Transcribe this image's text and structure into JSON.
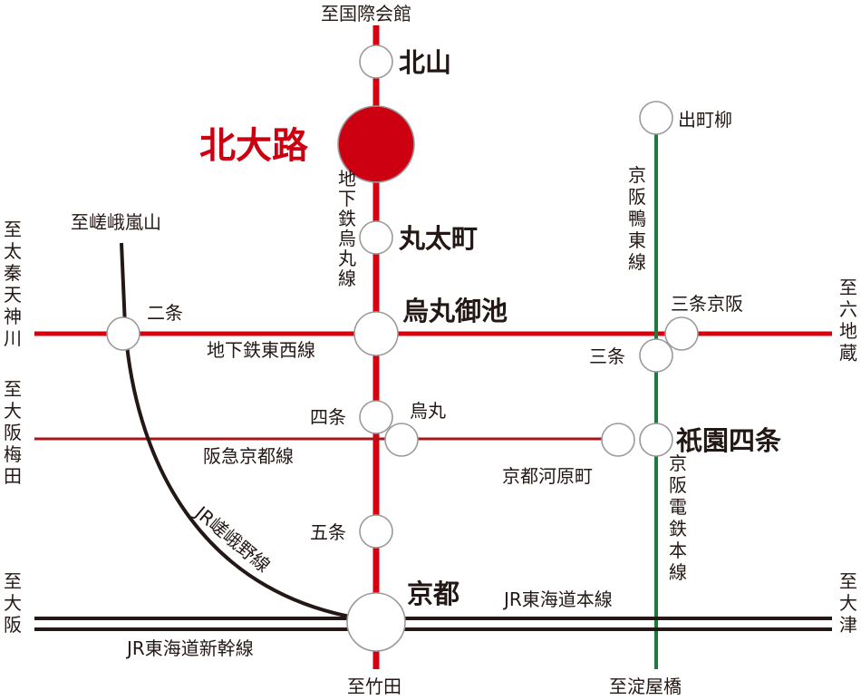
{
  "colors": {
    "karasuma_line": "#d7000f",
    "tozai_line": "#d7000f",
    "hankyu_line": "#a4161a",
    "keihan_line": "#1c7a3f",
    "jr_line": "#231815",
    "highlight_station": "#cc0011",
    "station_stroke": "#9a9a9a",
    "text": "#231815"
  },
  "destinations": {
    "north": "至国際会館",
    "south": "至竹田",
    "saga_arashiyama": "至嵯峨嵐山",
    "uzumasa_tenjingawa": "至太秦天神川",
    "rokujizo": "至六地蔵",
    "osaka_umeda": "至大阪梅田",
    "osaka": "至大阪",
    "otsu": "至大津",
    "yodoyabashi": "至淀屋橋"
  },
  "stations": {
    "kitayama": "北山",
    "kitaoji": "北大路",
    "marutamachi": "丸太町",
    "karasuma_oike": "烏丸御池",
    "shijo": "四条",
    "karasuma": "烏丸",
    "gojo": "五条",
    "kyoto": "京都",
    "nijo": "二条",
    "sanjo_keihan": "三条京阪",
    "sanjo": "三条",
    "demachiyanagi": "出町柳",
    "gion_shijo": "祇園四条",
    "kyoto_kawaramachi": "京都河原町"
  },
  "lines": {
    "karasuma": "地下鉄烏丸線",
    "tozai": "地下鉄東西線",
    "hankyu": "阪急京都線",
    "keihan_kamo": "京阪鴨東線",
    "keihan_main": "京阪電鉄本線",
    "jr_sagano": "JR嵯峨野線",
    "jr_tokaido": "JR東海道本線",
    "jr_shinkansen": "JR東海道新幹線"
  }
}
